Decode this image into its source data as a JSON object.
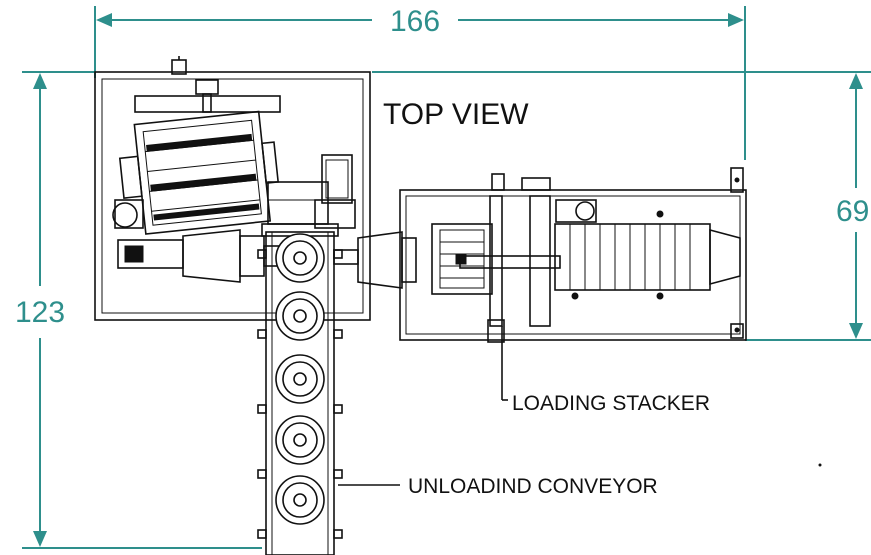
{
  "title": "TOP VIEW",
  "dimensions": {
    "overall_width": "166",
    "overall_length": "123",
    "stacker_width": "69"
  },
  "callouts": {
    "loading_stacker": "LOADING STACKER",
    "unloading_conveyor": "UNLOADIND CONVEYOR"
  },
  "colors": {
    "dimension": "#2e8f8c",
    "line": "#111111"
  }
}
